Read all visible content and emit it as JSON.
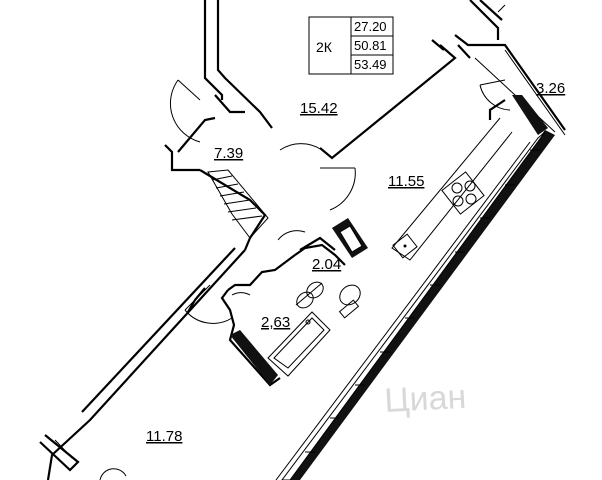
{
  "unit_code": "2К",
  "area_summary": [
    "27.20",
    "50.81",
    "53.49"
  ],
  "rooms": [
    {
      "id": "room-15-42",
      "label": "15.42"
    },
    {
      "id": "room-7-39",
      "label": "7.39"
    },
    {
      "id": "room-11-55",
      "label": "11.55"
    },
    {
      "id": "room-3-26",
      "label": "3.26"
    },
    {
      "id": "room-2-04",
      "label": "2.04"
    },
    {
      "id": "room-2-63",
      "label": "2,63"
    },
    {
      "id": "room-11-78",
      "label": "11.78"
    }
  ],
  "watermark": "Циан"
}
